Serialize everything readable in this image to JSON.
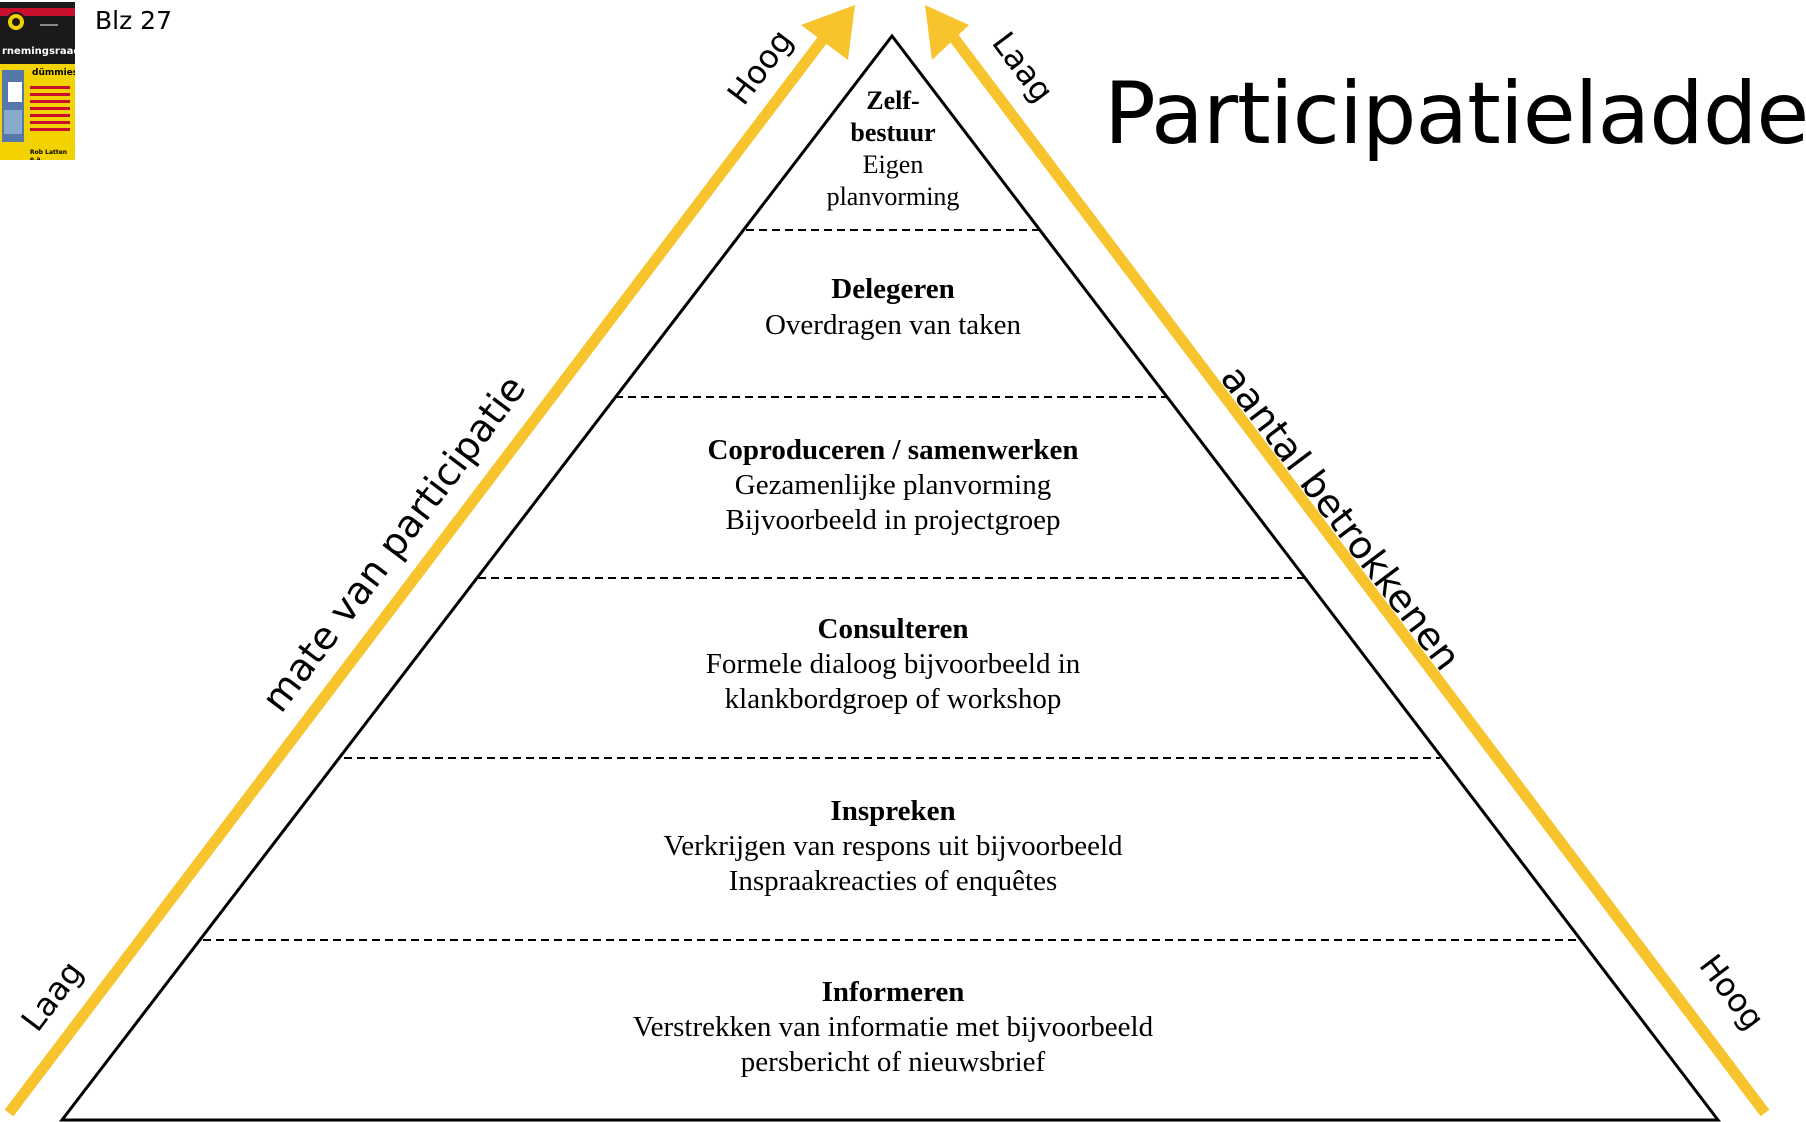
{
  "header": {
    "page_reference": "Blz 27",
    "title": "Participatieladder"
  },
  "book_cover": {
    "title_text": "rnemingsraad",
    "series_text": "dümmies",
    "author_text": "Rob Latten e.a."
  },
  "axes": {
    "left": {
      "label": "mate van participatie",
      "low": "Laag",
      "high": "Hoog"
    },
    "right": {
      "label": "aantal betrokkenen",
      "low": "Laag",
      "high": "Hoog"
    }
  },
  "levels": [
    {
      "name": "Zelf-",
      "name2": "bestuur",
      "line1": "Eigen",
      "line2": "planvorming"
    },
    {
      "name": "Delegeren",
      "line1": "Overdragen van taken"
    },
    {
      "name": "Coproduceren / samenwerken",
      "line1": "Gezamenlijke planvorming",
      "line2": "Bijvoorbeeld in projectgroep"
    },
    {
      "name": "Consulteren",
      "line1": "Formele dialoog bijvoorbeeld in",
      "line2": "klankbordgroep of workshop"
    },
    {
      "name": "Inspreken",
      "line1": "Verkrijgen van respons uit bijvoorbeeld",
      "line2": "Inspraakreacties of enquêtes"
    },
    {
      "name": "Informeren",
      "line1": "Verstrekken van informatie met bijvoorbeeld",
      "line2": "persbericht of nieuwsbrief"
    }
  ],
  "colors": {
    "arrow": "#F7C42D",
    "pyramid_stroke": "#000000",
    "cover_yellow": "#F2D200",
    "cover_red": "#C8102E"
  }
}
